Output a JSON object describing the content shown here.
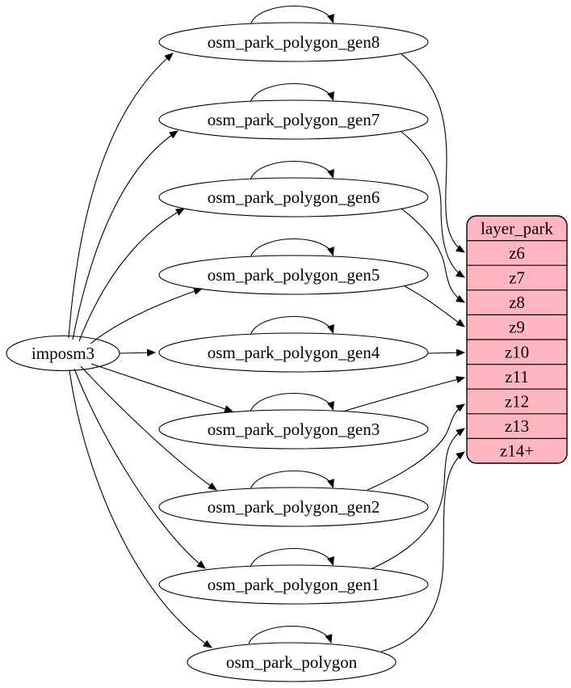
{
  "diagram": {
    "source_node": "imposm3",
    "table_nodes": [
      "osm_park_polygon_gen8",
      "osm_park_polygon_gen7",
      "osm_park_polygon_gen6",
      "osm_park_polygon_gen5",
      "osm_park_polygon_gen4",
      "osm_park_polygon_gen3",
      "osm_park_polygon_gen2",
      "osm_park_polygon_gen1",
      "osm_park_polygon"
    ],
    "record_node": {
      "title": "layer_park",
      "rows": [
        "z6",
        "z7",
        "z8",
        "z9",
        "z10",
        "z11",
        "z12",
        "z13",
        "z14+"
      ]
    },
    "colors": {
      "record_fill": "#ffb6c1",
      "node_fill": "#ffffff",
      "stroke": "#000000",
      "edge": "#000000",
      "text": "#000000",
      "background": "#ffffff"
    },
    "edges": [
      {
        "from": "imposm3",
        "to": "osm_park_polygon_gen8"
      },
      {
        "from": "imposm3",
        "to": "osm_park_polygon_gen7"
      },
      {
        "from": "imposm3",
        "to": "osm_park_polygon_gen6"
      },
      {
        "from": "imposm3",
        "to": "osm_park_polygon_gen5"
      },
      {
        "from": "imposm3",
        "to": "osm_park_polygon_gen4"
      },
      {
        "from": "imposm3",
        "to": "osm_park_polygon_gen3"
      },
      {
        "from": "imposm3",
        "to": "osm_park_polygon_gen2"
      },
      {
        "from": "imposm3",
        "to": "osm_park_polygon_gen1"
      },
      {
        "from": "imposm3",
        "to": "osm_park_polygon"
      },
      {
        "from": "osm_park_polygon_gen8",
        "to": "osm_park_polygon_gen8",
        "type": "self"
      },
      {
        "from": "osm_park_polygon_gen7",
        "to": "osm_park_polygon_gen7",
        "type": "self"
      },
      {
        "from": "osm_park_polygon_gen6",
        "to": "osm_park_polygon_gen6",
        "type": "self"
      },
      {
        "from": "osm_park_polygon_gen5",
        "to": "osm_park_polygon_gen5",
        "type": "self"
      },
      {
        "from": "osm_park_polygon_gen4",
        "to": "osm_park_polygon_gen4",
        "type": "self"
      },
      {
        "from": "osm_park_polygon_gen3",
        "to": "osm_park_polygon_gen3",
        "type": "self"
      },
      {
        "from": "osm_park_polygon_gen2",
        "to": "osm_park_polygon_gen2",
        "type": "self"
      },
      {
        "from": "osm_park_polygon_gen1",
        "to": "osm_park_polygon_gen1",
        "type": "self"
      },
      {
        "from": "osm_park_polygon",
        "to": "osm_park_polygon",
        "type": "self"
      },
      {
        "from": "osm_park_polygon_gen8",
        "to": "layer_park",
        "row": "z6"
      },
      {
        "from": "osm_park_polygon_gen7",
        "to": "layer_park",
        "row": "z7"
      },
      {
        "from": "osm_park_polygon_gen6",
        "to": "layer_park",
        "row": "z8"
      },
      {
        "from": "osm_park_polygon_gen5",
        "to": "layer_park",
        "row": "z9"
      },
      {
        "from": "osm_park_polygon_gen4",
        "to": "layer_park",
        "row": "z10"
      },
      {
        "from": "osm_park_polygon_gen3",
        "to": "layer_park",
        "row": "z11"
      },
      {
        "from": "osm_park_polygon_gen2",
        "to": "layer_park",
        "row": "z12"
      },
      {
        "from": "osm_park_polygon_gen1",
        "to": "layer_park",
        "row": "z13"
      },
      {
        "from": "osm_park_polygon",
        "to": "layer_park",
        "row": "z14+"
      }
    ]
  }
}
